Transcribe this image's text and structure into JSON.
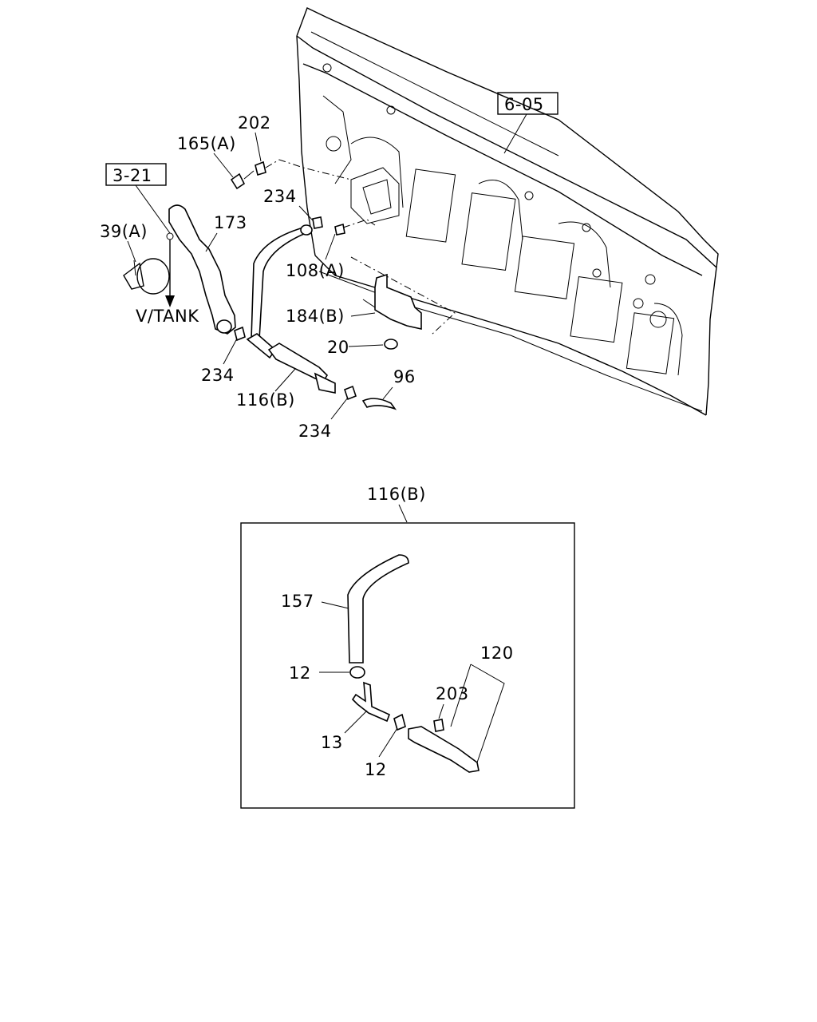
{
  "references": {
    "ref_6_05": "6-05",
    "ref_3_21": "3-21"
  },
  "callouts": {
    "c202": "202",
    "c165a": "165(A)",
    "c234_top": "234",
    "c173": "173",
    "c39a": "39(A)",
    "c108a": "108(A)",
    "v_tank": "V/TANK",
    "c184b": "184(B)",
    "c20": "20",
    "c234_left": "234",
    "c96": "96",
    "c116b": "116(B)",
    "c234_bottom": "234"
  },
  "detail": {
    "title": "116(B)",
    "c157": "157",
    "c120": "120",
    "c12_top": "12",
    "c203": "203",
    "c13": "13",
    "c12_bottom": "12"
  }
}
